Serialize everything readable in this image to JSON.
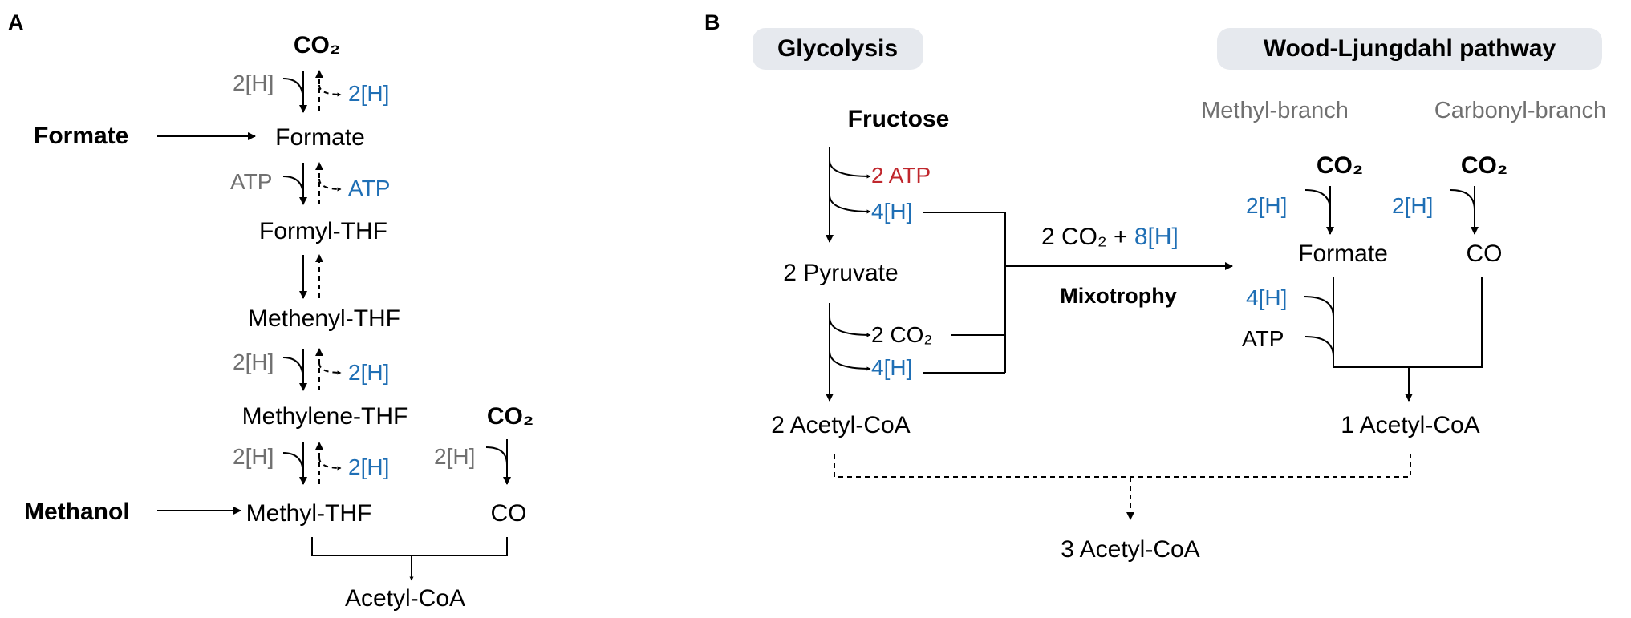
{
  "colors": {
    "red": "#c0272d",
    "blue": "#1f6fb5",
    "gray": "#707070",
    "pill_bg": "#e6e9ee"
  },
  "panel_a": {
    "letter": "A",
    "co2_top": "CO₂",
    "h_in_1": "2[H]",
    "h_out_1": "2[H]",
    "formate_input": "Formate",
    "formate": "Formate",
    "atp_in": "ATP",
    "atp_out": "ATP",
    "formyl_thf": "Formyl-THF",
    "methenyl_thf": "Methenyl-THF",
    "h_in_2": "2[H]",
    "h_out_2": "2[H]",
    "methylene_thf": "Methylene-THF",
    "co2_right": "CO₂",
    "h_in_3": "2[H]",
    "h_out_3": "2[H]",
    "h_in_co": "2[H]",
    "methanol_input": "Methanol",
    "methyl_thf": "Methyl-THF",
    "co": "CO",
    "acetyl_coa": "Acetyl-CoA"
  },
  "panel_b": {
    "letter": "B",
    "glycolysis_label": "Glycolysis",
    "wl_label": "Wood-Ljungdahl pathway",
    "fructose": "Fructose",
    "atp_2": "2 ATP",
    "h4_top": "4[H]",
    "pyruvate": "2 Pyruvate",
    "co2_2": "2 CO₂",
    "h4_bottom": "4[H]",
    "acetyl_coa_2": "2 Acetyl-CoA",
    "flux_co2": "2 CO₂ + ",
    "flux_h": "8[H]",
    "mixotrophy": "Mixotrophy",
    "methyl_branch": "Methyl-branch",
    "carbonyl_branch": "Carbonyl-branch",
    "co2_methyl": "CO₂",
    "co2_carbonyl": "CO₂",
    "h2_methyl": "2[H]",
    "h2_carbonyl": "2[H]",
    "formate": "Formate",
    "co": "CO",
    "h4_wl": "4[H]",
    "atp_wl": "ATP",
    "acetyl_coa_1": "1 Acetyl-CoA",
    "acetyl_coa_3": "3 Acetyl-CoA"
  }
}
